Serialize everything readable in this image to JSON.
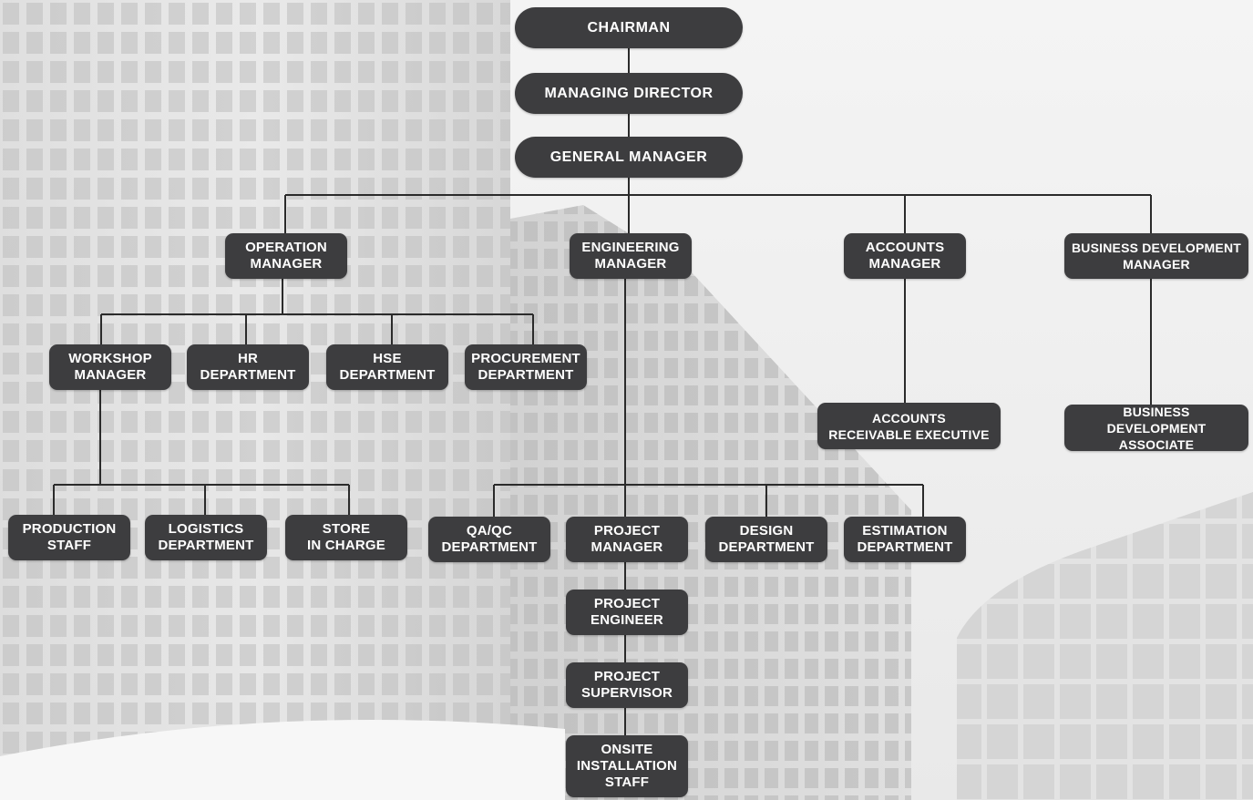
{
  "colors": {
    "node_fill": "#3d3d3f",
    "node_text": "#ffffff",
    "connector": "#2b2b2b",
    "background": "#f0f0f0"
  },
  "nodes": {
    "chairman": "CHAIRMAN",
    "managing_director": "MANAGING DIRECTOR",
    "general_manager": "GENERAL MANAGER",
    "operation_manager": "OPERATION\nMANAGER",
    "engineering_manager": "ENGINEERING\nMANAGER",
    "accounts_manager": "ACCOUNTS\nMANAGER",
    "business_development_manager": "BUSINESS DEVELOPMENT\nMANAGER",
    "workshop_manager": "WORKSHOP\nMANAGER",
    "hr_department": "HR\nDEPARTMENT",
    "hse_department": "HSE\nDEPARTMENT",
    "procurement_department": "PROCUREMENT\nDEPARTMENT",
    "accounts_receivable_executive": "ACCOUNTS\nRECEIVABLE EXECUTIVE",
    "business_development_associate": "BUSINESS\nDEVELOPMENT ASSOCIATE",
    "production_staff": "PRODUCTION\nSTAFF",
    "logistics_department": "LOGISTICS\nDEPARTMENT",
    "store_in_charge": "STORE\nIN CHARGE",
    "qa_qc_department": "QA/QC\nDEPARTMENT",
    "project_manager": "PROJECT\nMANAGER",
    "design_department": "DESIGN\nDEPARTMENT",
    "estimation_department": "ESTIMATION\nDEPARTMENT",
    "project_engineer": "PROJECT\nENGINEER",
    "project_supervisor": "PROJECT\nSUPERVISOR",
    "onsite_installation_staff": "ONSITE\nINSTALLATION\nSTAFF"
  }
}
